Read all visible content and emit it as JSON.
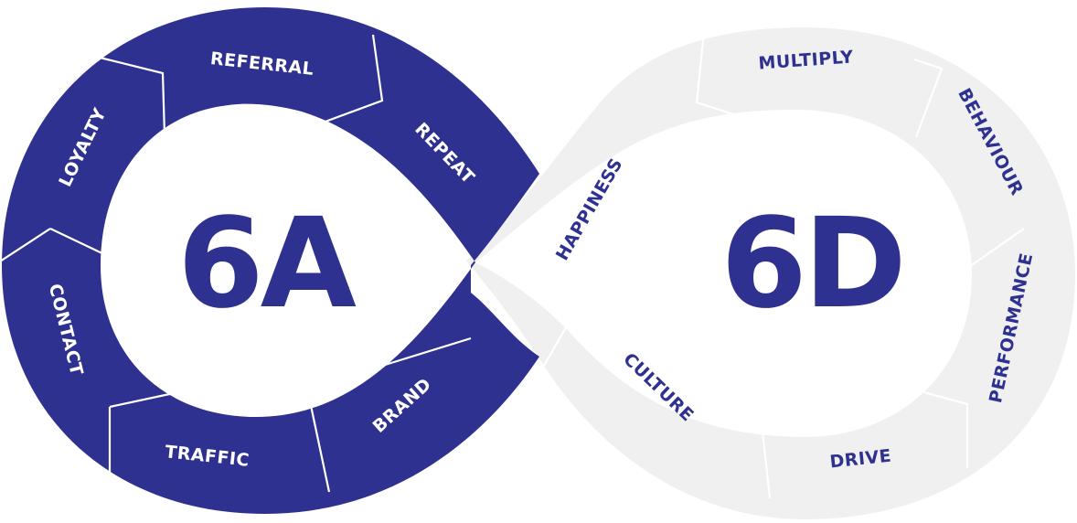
{
  "colors": {
    "left_loop": "#2E3190",
    "right_loop": "#F0F0F0",
    "left_text": "#FFFFFF",
    "right_text": "#2E3190",
    "center_text": "#2E3190",
    "background": "#FFFFFF"
  },
  "left": {
    "title": "6A",
    "segments": [
      "REFERRAL",
      "REPEAT",
      "BRAND",
      "TRAFFIC",
      "CONTACT",
      "LOYALTY"
    ]
  },
  "right": {
    "title": "6D",
    "segments": [
      "MULTIPLY",
      "BEHAVIOUR",
      "PERFORMANCE",
      "DRIVE",
      "CULTURE",
      "HAPPINESS"
    ]
  }
}
